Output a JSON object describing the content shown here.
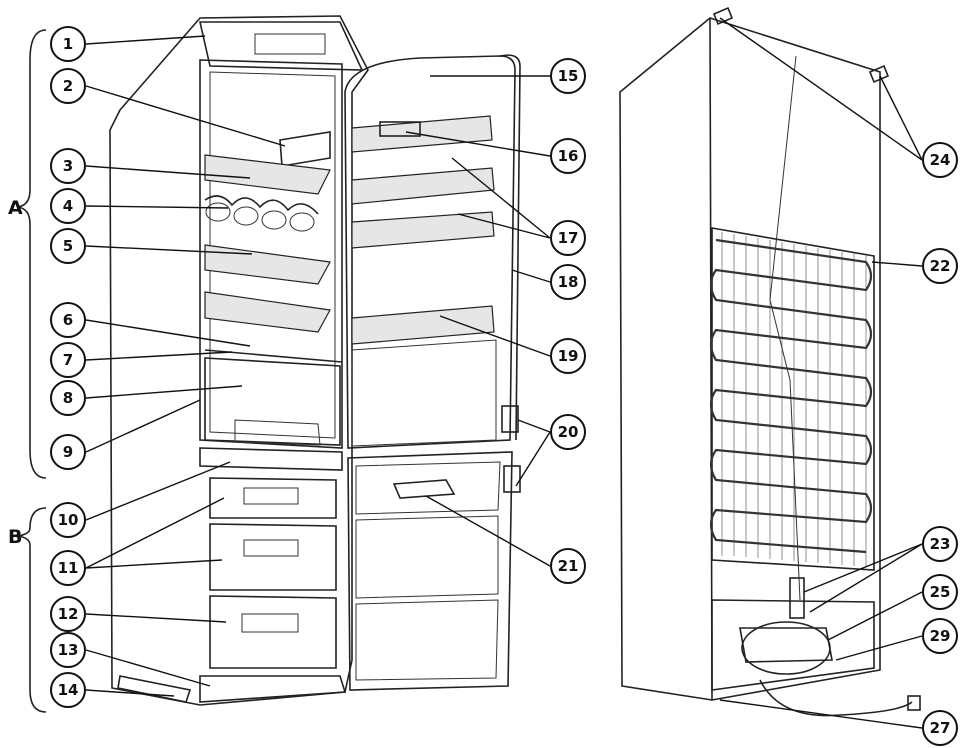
{
  "groups": [
    {
      "label": "A",
      "name": "group-a"
    },
    {
      "label": "B",
      "name": "group-b"
    }
  ],
  "callouts": [
    {
      "label": "1"
    },
    {
      "label": "2"
    },
    {
      "label": "3"
    },
    {
      "label": "4"
    },
    {
      "label": "5"
    },
    {
      "label": "6"
    },
    {
      "label": "7"
    },
    {
      "label": "8"
    },
    {
      "label": "9"
    },
    {
      "label": "10"
    },
    {
      "label": "11"
    },
    {
      "label": "12"
    },
    {
      "label": "13"
    },
    {
      "label": "14"
    },
    {
      "label": "15"
    },
    {
      "label": "16"
    },
    {
      "label": "17"
    },
    {
      "label": "18"
    },
    {
      "label": "19"
    },
    {
      "label": "20"
    },
    {
      "label": "21"
    },
    {
      "label": "22"
    },
    {
      "label": "23"
    },
    {
      "label": "24"
    },
    {
      "label": "25"
    },
    {
      "label": "29"
    },
    {
      "label": "27"
    }
  ]
}
